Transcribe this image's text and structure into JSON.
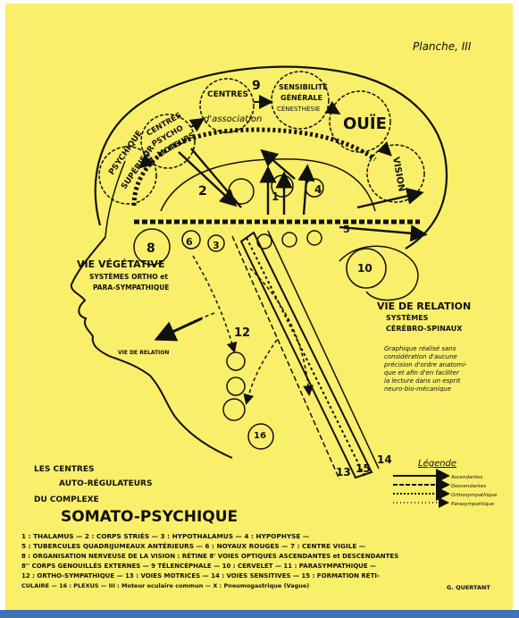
{
  "plate_label": "Planche, III",
  "centers": {
    "psychique": [
      "PSYCHIQUE",
      "SUPÉRIEUR"
    ],
    "psycho_moteurs": [
      "CENTRES",
      "PSYCHO",
      "MOTEURS"
    ],
    "association": [
      "CENTRES",
      "d'association"
    ],
    "sensibilite": [
      "SENSIBILITÉ",
      "GÉNÉRALE",
      "CÉNESTHÉSIE"
    ],
    "ouie": "OUÏE",
    "vision": "VISION",
    "number_9": "9"
  },
  "numbers": [
    "2",
    "1",
    "4",
    "8",
    "6",
    "3",
    "5",
    "10",
    "12",
    "13",
    "15",
    "14",
    "16"
  ],
  "vie_vegetative": {
    "title": "VIE VÉGÉTATIVE",
    "line1": "SYSTÈMES ORTHO et",
    "line2": "PARA-SYMPATHIQUE",
    "vie_de_relation_small": "VIE DE RELATION"
  },
  "vie_de_relation": {
    "title": "VIE DE RELATION",
    "line1": "SYSTÈMES",
    "line2": "CÉRÉBRO-SPINAUX"
  },
  "note": [
    "Graphique réalisé sans",
    "considération d'aucune",
    "précision d'ordre anatomi-",
    "que et afin d'en faciliter",
    "la lecture dans un esprit",
    "neuro-bio-mécanique"
  ],
  "legend": {
    "title": "Légende",
    "items": [
      "Ascendantes",
      "Descendantes",
      "Orthosympathique",
      "Parasympathique"
    ]
  },
  "complex": {
    "line1": "LES CENTRES",
    "line2": "AUTO-RÉGULATEURS",
    "line3": "DU COMPLEXE",
    "title": "SOMATO-PSYCHIQUE"
  },
  "key_lines": [
    "1 : THALAMUS — 2 : CORPS STRIÉS — 3 : HYPOTHALAMUS — 4 : HYPOPHYSE —",
    "5 : TUBERCULES QUADRIJUMEAUX ANTÉRIEURS — 6 : NOYAUX ROUGES — 7 : CENTRE VIGILE —",
    "8 : ORGANISATION NERVEUSE DE LA VISION : RÉTINE 8' VOIES OPTIQUES ASCENDANTES et DESCENDANTES",
    "8'' CORPS GENOUILLÉS EXTERNES — 9 TÉLENCÉPHALE — 10 : CERVELET — 11 : PARASYMPATHIQUE —",
    "12 : ORTHO-SYMPATHIQUE — 13 : VOIES MOTRICES — 14 : VOIES SENSITIVES — 15 : FORMATION RÉTI-",
    "CULAIRE — 16 : PLEXUS — III : Moteur oculaire commun — X : Pneumogastrique (Vague)"
  ],
  "signature": "G. QUERTANT",
  "colors": {
    "paper": "#f9ef6a",
    "ink": "#111111",
    "frame": "#3f70b8"
  }
}
